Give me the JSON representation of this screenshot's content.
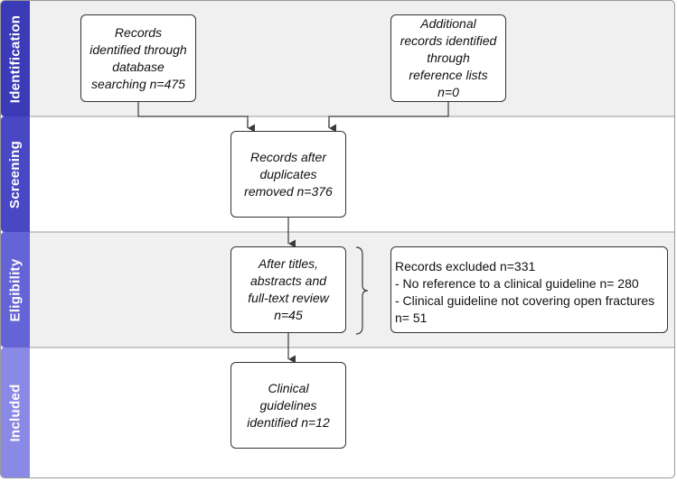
{
  "stages": {
    "identification": "Identification",
    "screening": "Screening",
    "eligibility": "Eligibility",
    "included": "Included"
  },
  "boxes": {
    "database": "Records identified through database searching n=475",
    "reference": "Additional records identified through reference lists n=0",
    "duplicates": "Records after duplicates removed n=376",
    "review": "After titles, abstracts and full-text review n=45",
    "included": "Clinical guidelines identified n=12"
  },
  "excluded": {
    "title": "Records excluded n=331",
    "line1": "- No reference to a clinical guideline n= 280",
    "line2": "- Clinical guideline not covering open fractures",
    "line3": "n= 51"
  },
  "colors": {
    "identification": "#3b3bb8",
    "screening": "#4848c4",
    "eligibility": "#6464d6",
    "included": "#8a8ae6",
    "shade": "#f0f0f0"
  }
}
